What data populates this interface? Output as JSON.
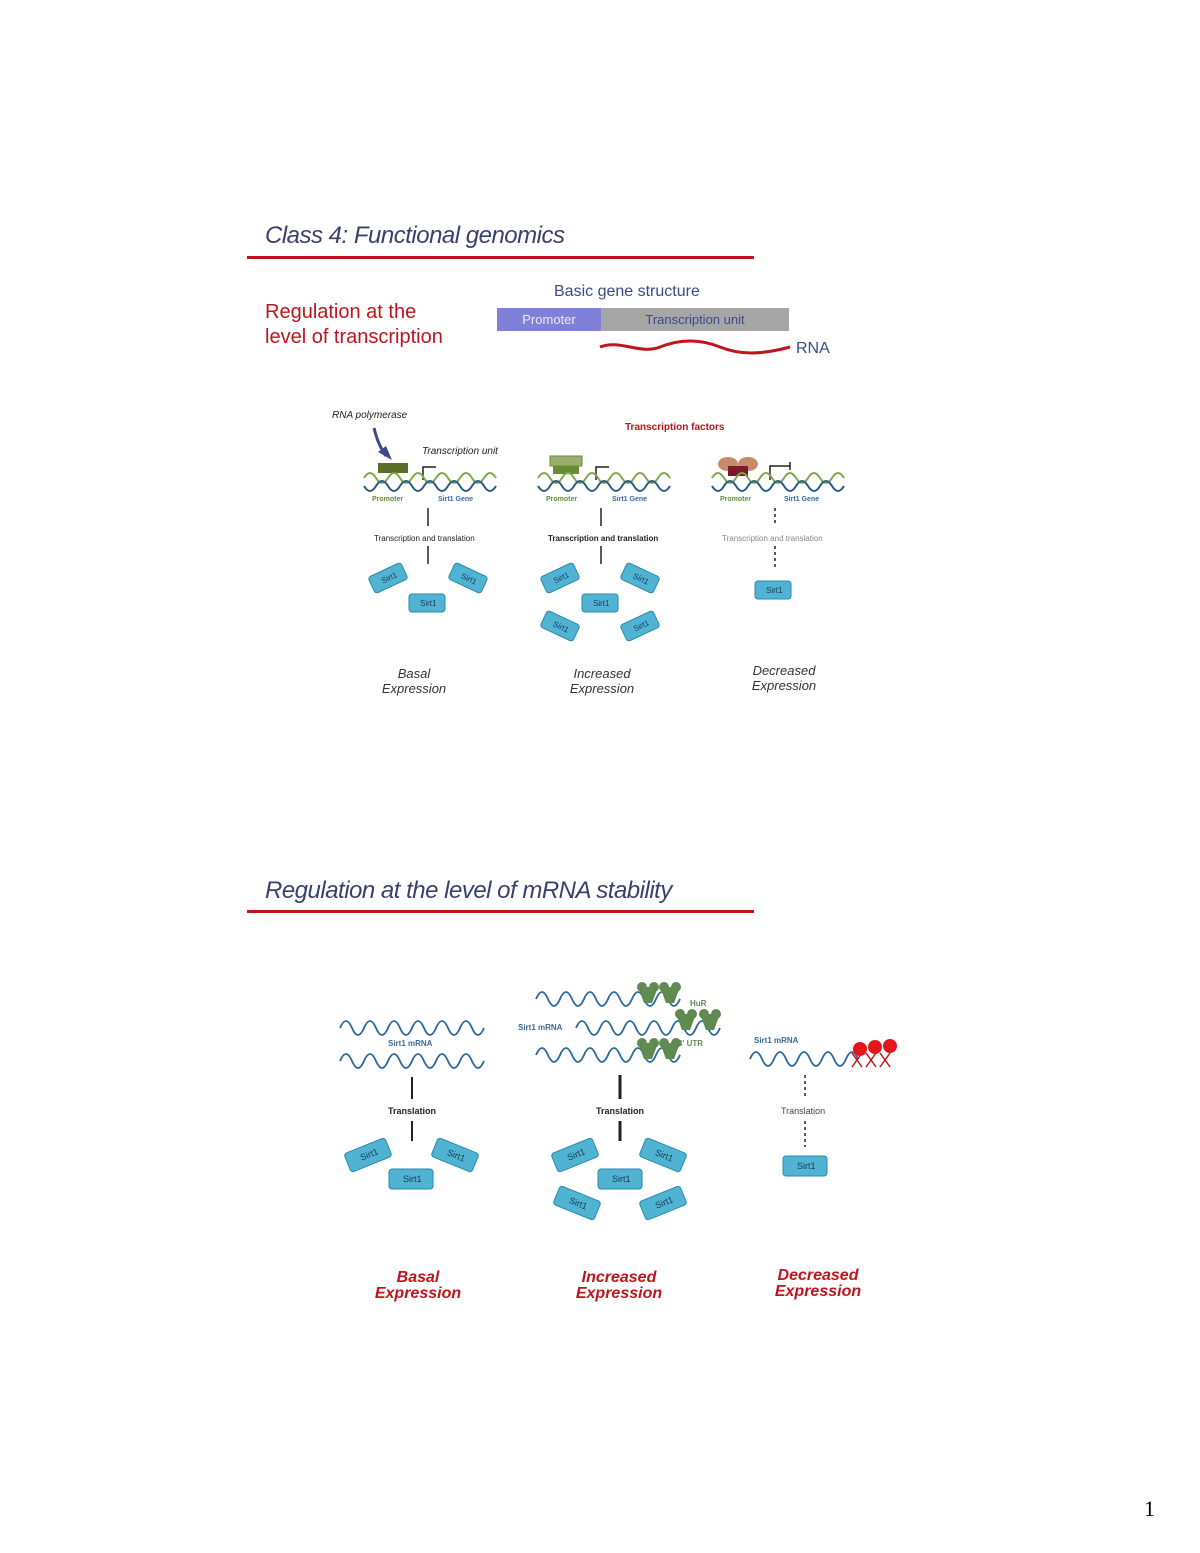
{
  "slide1": {
    "title": "Class 4:  Functional genomics",
    "subtitle_line1": "Regulation at the",
    "subtitle_line2": "level of transcription",
    "gene_structure": {
      "heading": "Basic gene structure",
      "promoter_label": "Promoter",
      "unit_label": "Transcription unit",
      "rna_label": "RNA"
    },
    "diagram": {
      "polymerase_label": "RNA polymerase",
      "tf_label": "Transcription factors",
      "unit_label": "Transcription unit",
      "promoter_label": "Promoter",
      "gene_label": "Sirt1 Gene",
      "process_label": "Transcription and translation",
      "protein_label": "Sirt1",
      "captions": [
        {
          "line1": "Basal",
          "line2": "Expression"
        },
        {
          "line1": "Increased",
          "line2": "Expression"
        },
        {
          "line1": "Decreased",
          "line2": "Expression"
        }
      ]
    }
  },
  "slide2": {
    "title": "Regulation at the level of mRNA stability",
    "diagram": {
      "mrna_label": "Sirt1 mRNA",
      "hur_label": "HuR",
      "utr_label": "3' UTR",
      "process_label": "Translation",
      "protein_label": "Sirt1",
      "captions": [
        {
          "line1": "Basal",
          "line2": "Expression"
        },
        {
          "line1": "Increased",
          "line2": "Expression"
        },
        {
          "line1": "Decreased",
          "line2": "Expression"
        }
      ]
    }
  },
  "page_number": "1",
  "colors": {
    "accent_red": "#c0141c",
    "title_navy": "#3a3f6e",
    "promoter_purple": "#8080d8",
    "unit_gray": "#a6a6a6",
    "protein_teal": "#4fb3d1",
    "factor_green": "#6a8a3a"
  }
}
